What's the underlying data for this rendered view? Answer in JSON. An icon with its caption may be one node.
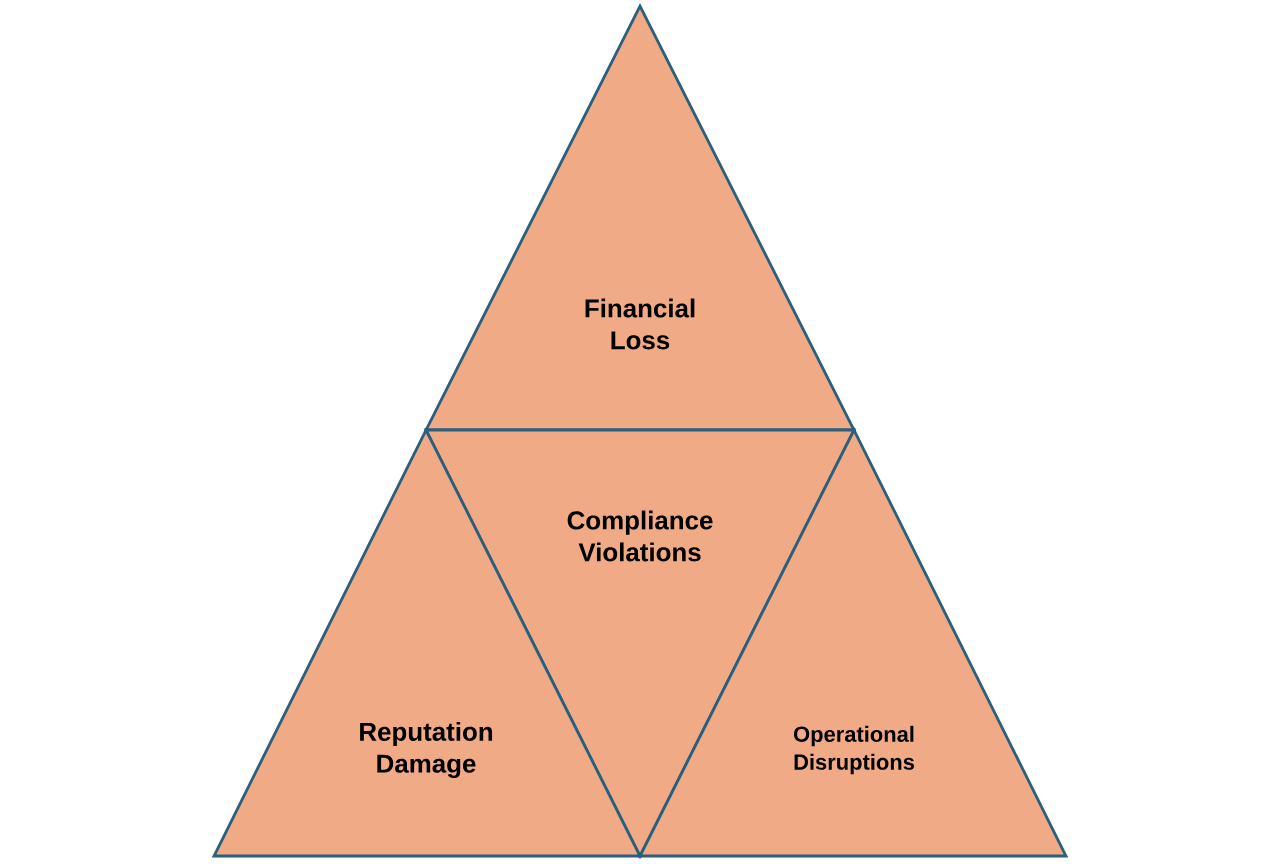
{
  "diagram": {
    "nodes": [
      {
        "text": [
          "Financial Loss"
        ]
      },
      {
        "text": [
          "Compliance Violations"
        ]
      },
      {
        "text": [
          "Reputation Damage"
        ]
      },
      {
        "text": [
          "Operational Disruptions"
        ]
      }
    ]
  }
}
